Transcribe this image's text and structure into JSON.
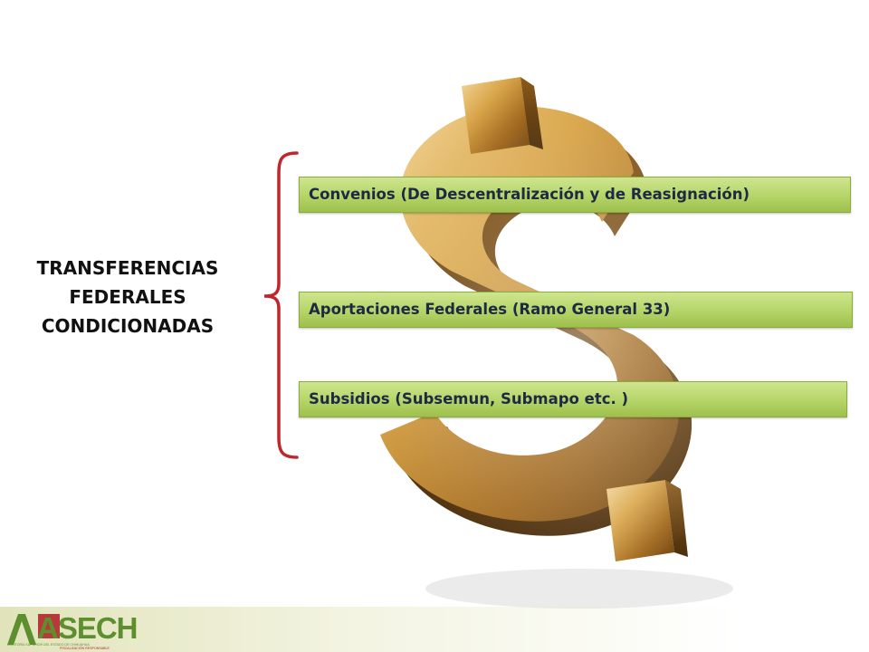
{
  "diagram": {
    "title_lines": [
      "TRANSFERENCIAS",
      "FEDERALES",
      "CONDICIONADAS"
    ],
    "items": [
      {
        "label": "Convenios (De Descentralización y de Reasignación)"
      },
      {
        "label": "Aportaciones Federales (Ramo General 33)"
      },
      {
        "label": "Subsidios (Subsemun, Submapo etc. )"
      }
    ]
  },
  "logo": {
    "text": "ASECH",
    "subtitle": "AUDITORÍA SUPERIOR DEL ESTADO DE CHIHUAHUA",
    "tagline": "FISCALIZACIÓN RESPONSABLE"
  },
  "colors": {
    "bar_green": "#b5d468",
    "brace_red": "#c0272d",
    "gold": "#c89a3c",
    "logo_green": "#5e8f2e",
    "logo_red": "#b3262a"
  },
  "icons": {
    "background": "dollar-sign-icon"
  }
}
